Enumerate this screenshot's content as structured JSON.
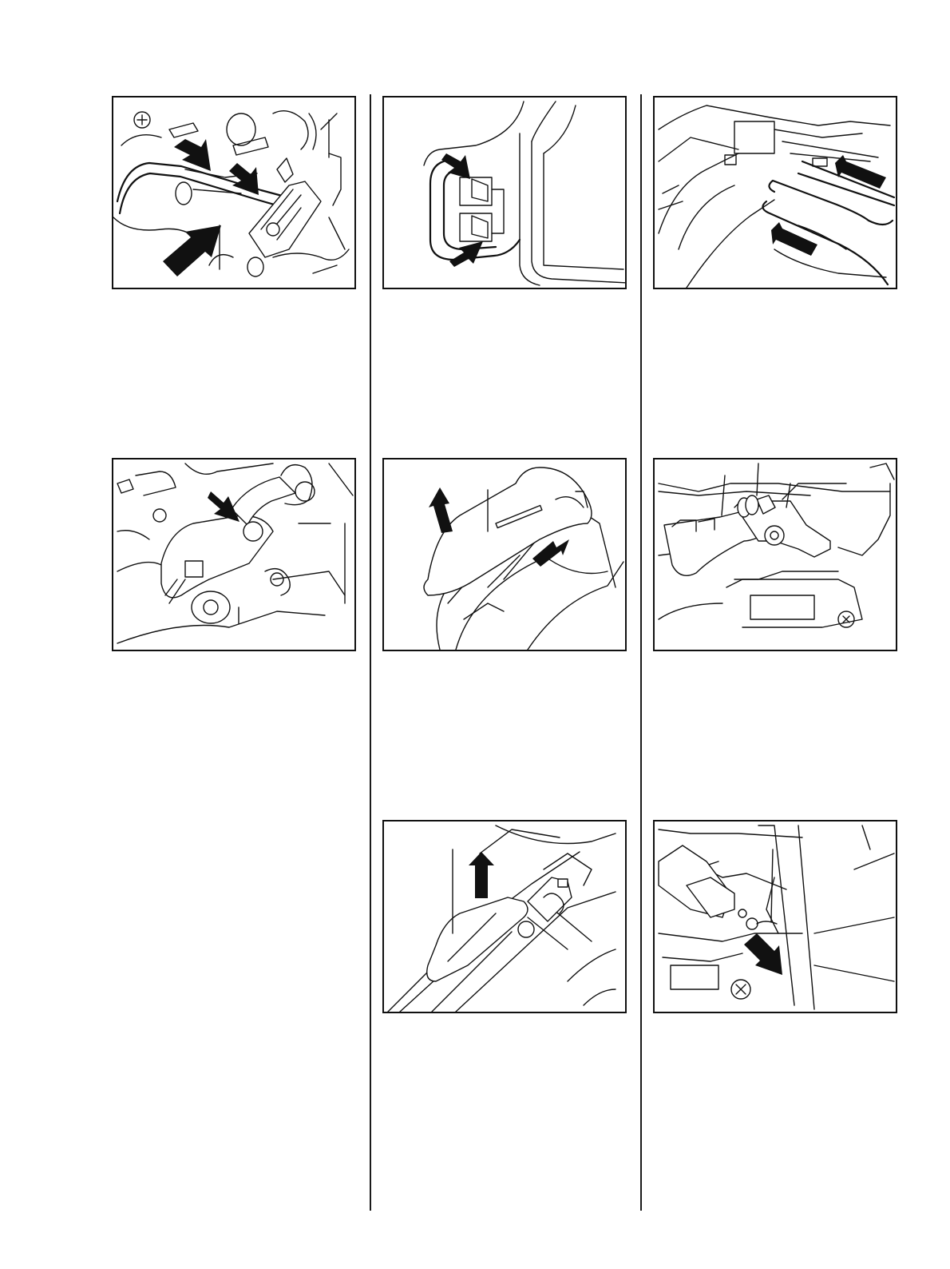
{
  "figures": [
    {
      "id": "fig-1",
      "subject": "throttle-rod-clip",
      "arrows": 3
    },
    {
      "id": "fig-2",
      "subject": "handle-catches",
      "arrows": 2
    },
    {
      "id": "fig-3",
      "subject": "screwdriver-release",
      "arrows": 2
    },
    {
      "id": "fig-4",
      "subject": "trigger-spring",
      "arrows": 1
    },
    {
      "id": "fig-5",
      "subject": "handle-cover-removal",
      "arrows": 2
    },
    {
      "id": "fig-6",
      "subject": "throttle-trigger-assembly",
      "arrows": 0
    },
    {
      "id": "fig-7",
      "subject": "trigger-lift-out",
      "arrows": 1
    },
    {
      "id": "fig-8",
      "subject": "throttle-cable-nipple",
      "arrows": 1
    }
  ],
  "colors": {
    "line": "#111111",
    "background": "#ffffff"
  }
}
